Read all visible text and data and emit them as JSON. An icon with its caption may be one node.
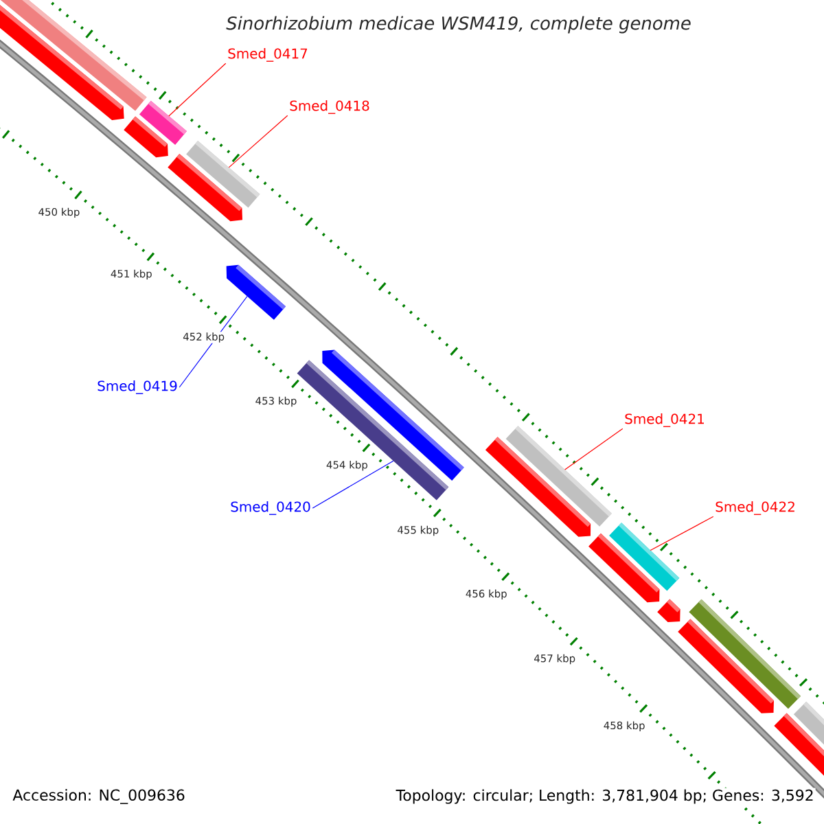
{
  "diagram": {
    "title": "Sinorhizobium medicae WSM419, complete genome",
    "nodes": [
      {
        "text": [
          "Smed_0417"
        ]
      },
      {
        "text": [],
        "shape": "bar"
      },
      {
        "text": [
          "Smed_0418"
        ]
      },
      {
        "text": [],
        "shape": "bar"
      },
      {
        "text": [
          "Smed_0419"
        ]
      },
      {
        "text": [],
        "shape": "bar"
      },
      {
        "text": [
          "Smed_0420"
        ]
      },
      {
        "text": [],
        "shape": "bar"
      },
      {
        "text": [
          "Smed_0421"
        ]
      },
      {
        "text": [],
        "shape": "bar"
      },
      {
        "text": [
          "Smed_0422"
        ]
      },
      {
        "text": [],
        "shape": "bar"
      }
    ],
    "edges": [
      {
        "from": 0,
        "to": 1,
        "arrow": "none"
      },
      {
        "from": 2,
        "to": 3,
        "arrow": "none"
      },
      {
        "from": 4,
        "to": 5,
        "arrow": "none",
        "color": "#0000ff"
      },
      {
        "from": 6,
        "to": 7,
        "arrow": "none",
        "color": "#0000ff"
      },
      {
        "from": 8,
        "to": 9,
        "arrow": "none"
      },
      {
        "from": 10,
        "to": 11,
        "arrow": "none"
      }
    ],
    "labels": [
      "450 kbp",
      "451 kbp",
      "452 kbp",
      "453 kbp",
      "454 kbp",
      "455 kbp",
      "456 kbp",
      "457 kbp",
      "458 kbp",
      "Accession: NC_009636",
      "Topology: circular; Length: 3,781,904 bp; Genes: 3,592"
    ]
  }
}
